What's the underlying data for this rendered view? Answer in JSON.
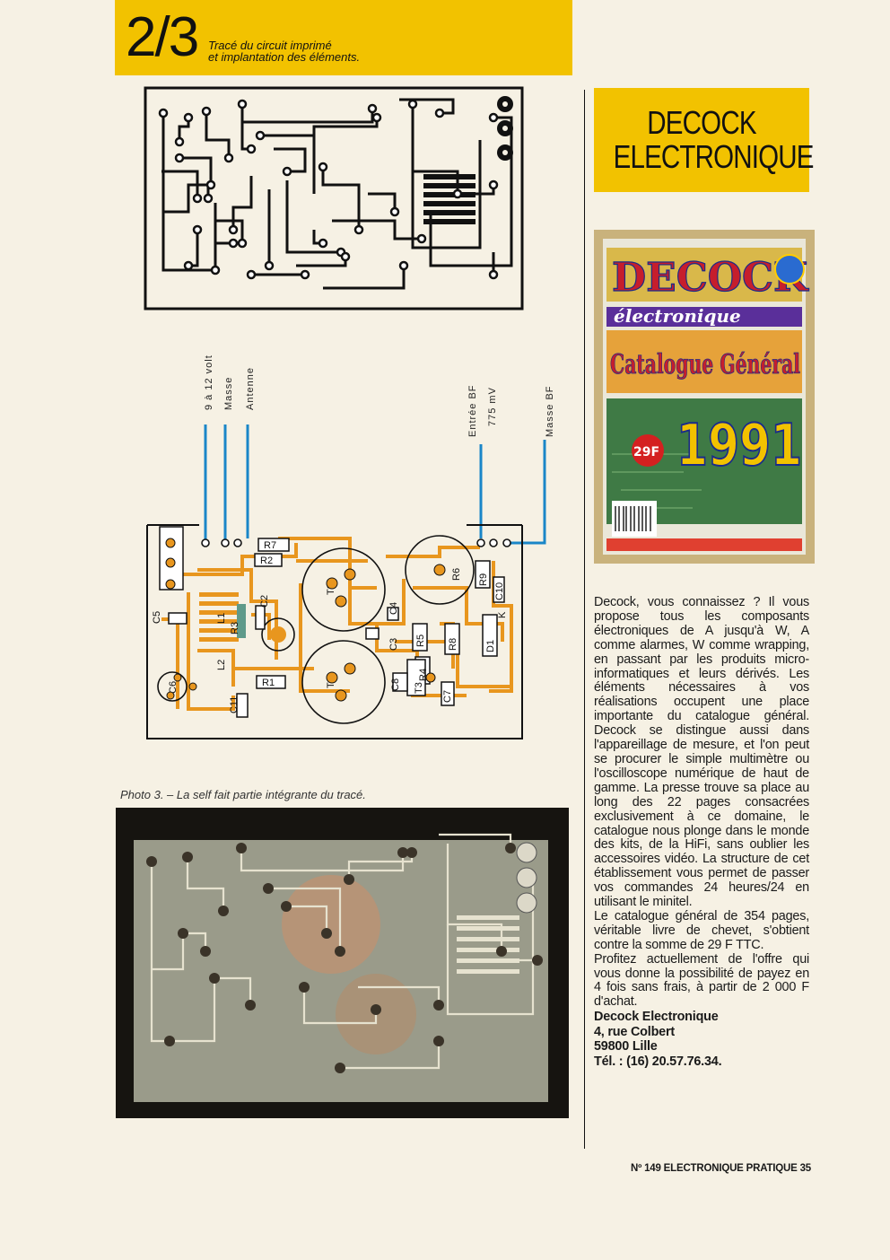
{
  "header": {
    "section_number": "2/3",
    "caption_line1": "Tracé du circuit imprimé",
    "caption_line2": "et implantation des éléments."
  },
  "wiring_labels": {
    "supply": "9 à 12 volts",
    "ground": "Masse",
    "antenna": "Antenne",
    "bf_input": "Entrée BF",
    "bf_level": "775 mV",
    "bf_ground": "Masse BF"
  },
  "components": [
    "R7",
    "R2",
    "R3",
    "L1",
    "C2",
    "L2",
    "R1",
    "C11",
    "C5",
    "C6",
    "T2",
    "T1",
    "C4",
    "C3",
    "C8",
    "T3",
    "R5",
    "R4",
    "R8",
    "C7",
    "R6",
    "R9",
    "C10",
    "K",
    "D1"
  ],
  "photo_caption": "Photo 3. – La self fait partie intégrante du tracé.",
  "brand": {
    "line1": "DECOCK",
    "line2": "ELECTRONIQUE"
  },
  "cover": {
    "title": "DECOCK",
    "subtitle": "électronique",
    "catalogue": "Catalogue Général",
    "year": "1991",
    "price": "29F"
  },
  "article": {
    "paragraphs": [
      "Decock, vous connaissez ? Il vous propose tous les composants électroniques de A jusqu'à W, A comme alarmes, W comme wrapping, en passant par les produits micro-informatiques et leurs dérivés. Les éléments nécessaires à vos réalisations occupent une place importante du catalogue général. Decock se distingue aussi dans l'appareillage de mesure, et l'on peut se procurer le simple multimètre ou l'oscilloscope numérique de haut de gamme. La presse trouve sa place au long des 22 pages consacrées exclusivement à ce domaine, le catalogue nous plonge dans le monde des kits, de la HiFi, sans oublier les accessoires vidéo. La structure de cet établissement vous permet de passer vos commandes 24 heures/24 en utilisant le minitel.",
      "Le catalogue général de 354 pages, véritable livre de chevet, s'obtient contre la somme de 29 F TTC.",
      "Profitez actuellement de l'offre qui vous donne la possibilité de payez en 4 fois sans frais, à partir de 2 000 F d'achat."
    ],
    "address": {
      "name": "Decock Electronique",
      "street": "4, rue Colbert",
      "city": "59800 Lille",
      "phone": "Tél. : (16) 20.57.76.34."
    }
  },
  "footer": "Nº 149 ELECTRONIQUE PRATIQUE 35",
  "colors": {
    "yellow": "#f2c200",
    "trace_orange": "#e8961e",
    "wire_blue": "#1a86c8"
  }
}
